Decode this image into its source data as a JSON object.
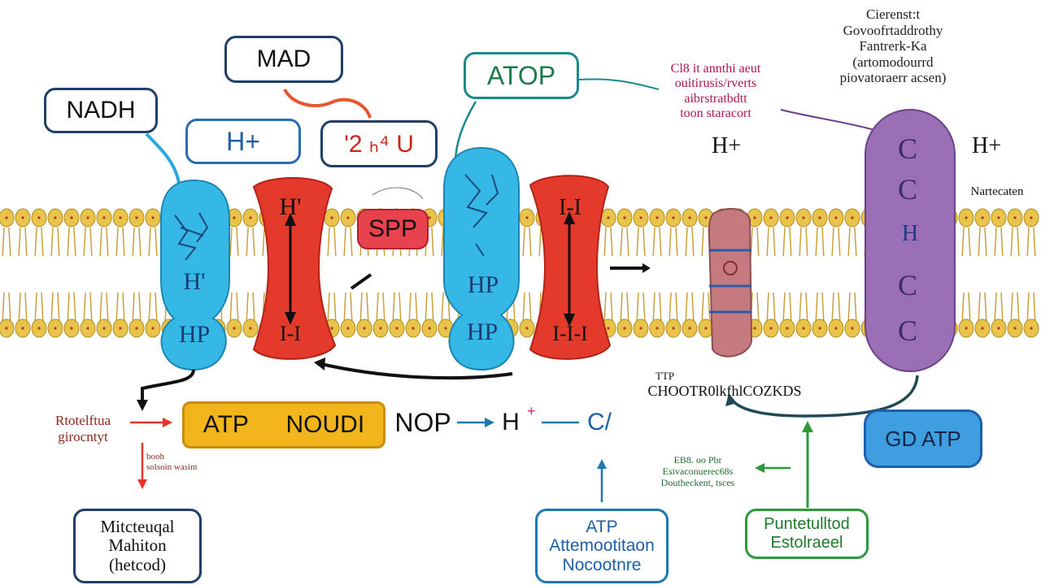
{
  "boxes": {
    "nadh": "NADH",
    "mad": "MAD",
    "h_plus": "H+",
    "two_u": "'2 ₕ⁴ U",
    "atop": "ATOP",
    "spp": "SPP",
    "atp_yellow": "ATP",
    "noudi": "NOUDI",
    "nop": "NOP",
    "h_chain": "H",
    "c_chain": "C/",
    "gd_atp": "GD ATP",
    "mitochondrial": [
      "Mitcteuqal",
      "Mahiton",
      "(hetcod)"
    ],
    "atp_nocotine": [
      "ATP",
      "Attemootitaon",
      "Nocootnre"
    ],
    "puntetulltod": [
      "Puntetulltod",
      "Estolraeel"
    ]
  },
  "protein_labels": {
    "blue1_h": "H'",
    "blue1_hp": "HP",
    "red1_top": "H'",
    "red1_bottom": "I-I",
    "blue2_hp_top": "HP",
    "blue2_hp_bottom": "HP",
    "red2_top": "I-I",
    "red2_bottom": "I-I-I",
    "purple_h": "H",
    "h_plus_mid": "H+",
    "h_plus_right": "H+"
  },
  "annotations": {
    "top_right": [
      "Cierenst:t",
      "Govoofrtaddrothy",
      "Fantrerk-Ka",
      "(artomodourrd",
      "piovatoraerr acsen)"
    ],
    "magenta": [
      "Cl8 it annthi aeut",
      "ouitirusis/rverts",
      "aibrstratbdtt",
      "toon staracort"
    ],
    "right_side": "Nartecaten",
    "left_red": [
      "Rtotelftua",
      "girocntyt"
    ],
    "left_small": [
      "booh",
      "solsoin wasint"
    ],
    "chain_label": [
      "TTP",
      "CHOOTR0lkfhlCOZKDS"
    ],
    "green_small": [
      "EB8. oo  Pbr",
      "Esivaconuerec68s",
      "Doutheckent, tsces"
    ]
  },
  "colors": {
    "membrane_head": "#e8c44a",
    "blue_protein": "#35b8e6",
    "red_protein": "#e43a2c",
    "purple_protein": "#9a6fb5",
    "pink_protein": "#c47a7f",
    "yellow_box": "#f2b51c",
    "box_border": "#1f3f66",
    "green": "#2c9a3a"
  }
}
